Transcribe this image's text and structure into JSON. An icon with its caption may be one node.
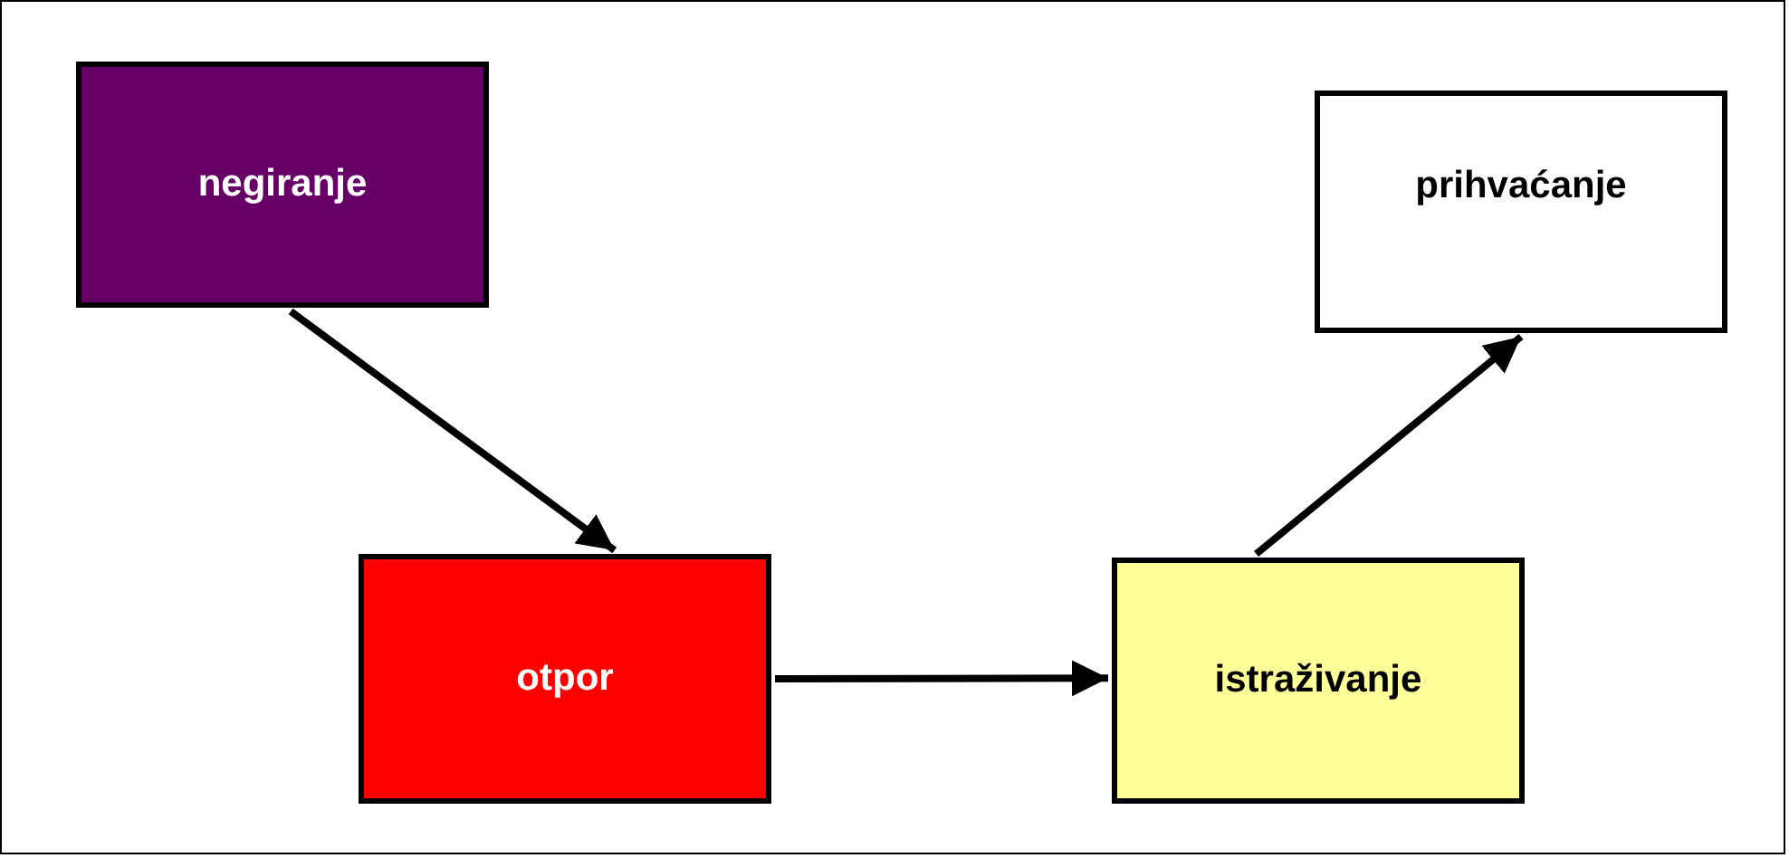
{
  "diagram": {
    "nodes": [
      {
        "text": [
          "negiranje"
        ]
      },
      {
        "text": [
          "otpor"
        ]
      },
      {
        "text": [
          "istraživanje"
        ]
      },
      {
        "text": [
          "prihvaćanje"
        ]
      }
    ],
    "edges": [
      {
        "from": 0,
        "to": 1,
        "arrow": "to"
      },
      {
        "from": 1,
        "to": 2,
        "arrow": "to"
      },
      {
        "from": 2,
        "to": 3,
        "arrow": "to"
      }
    ]
  }
}
